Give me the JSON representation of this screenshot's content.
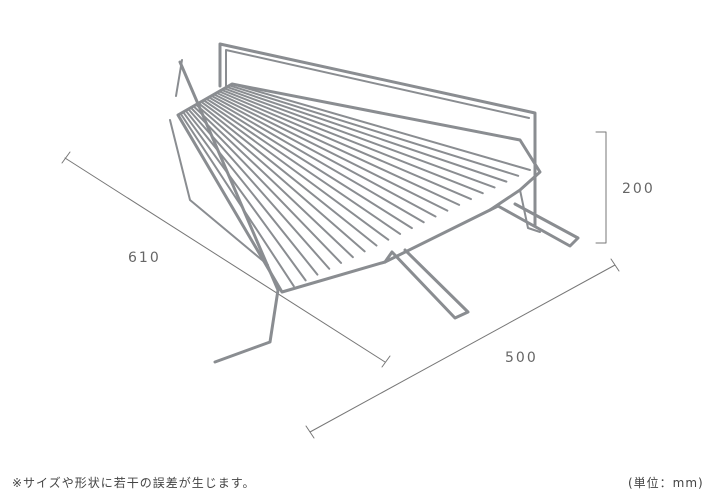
{
  "dimensions": {
    "depth": "610",
    "width": "500",
    "height": "200"
  },
  "footer": {
    "disclaimer": "※サイズや形状に若干の誤差が生じます。",
    "unit": "(単位：mm)"
  },
  "colors": {
    "wire": "#8a8d91",
    "dimension_line": "#777777"
  }
}
